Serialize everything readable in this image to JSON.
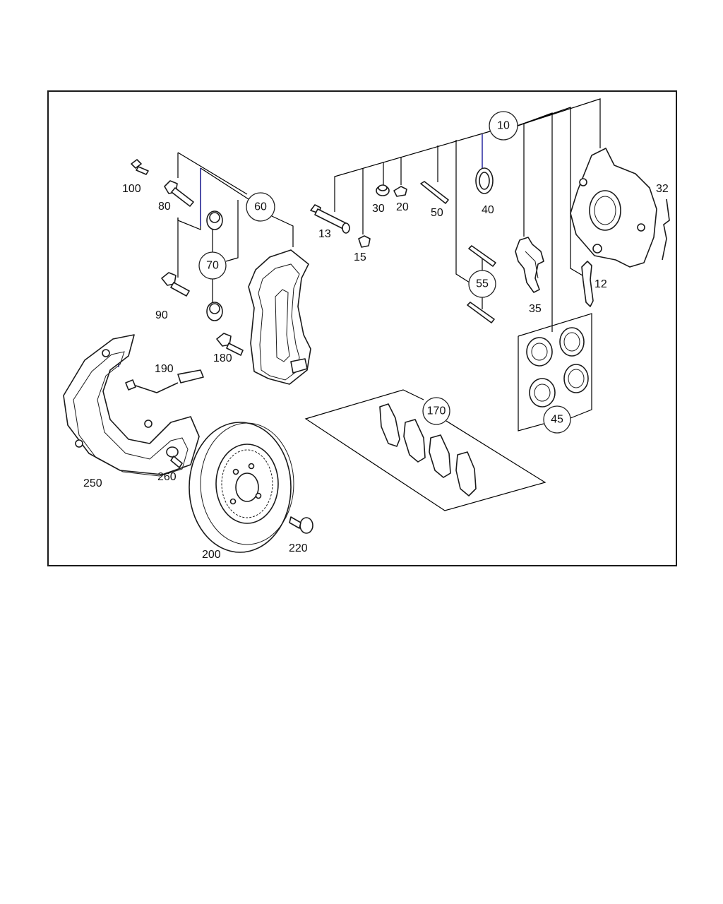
{
  "labels": {
    "p10": "10",
    "p12": "12",
    "p13": "13",
    "p15": "15",
    "p20": "20",
    "p30": "30",
    "p32": "32",
    "p35": "35",
    "p40": "40",
    "p45": "45",
    "p50": "50",
    "p55": "55",
    "p60": "60",
    "p70": "70",
    "p80": "80",
    "p90": "90",
    "p100": "100",
    "p170": "170",
    "p180": "180",
    "p190": "190",
    "p200": "200",
    "p220": "220",
    "p250": "250",
    "p260": "260"
  },
  "colors": {
    "line": "#1a1a1a",
    "leader_accent": "#1a1a9a",
    "background": "#ffffff"
  }
}
